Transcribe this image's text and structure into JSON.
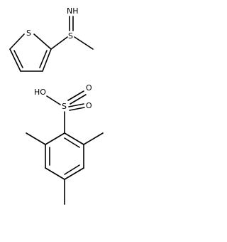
{
  "molecule_a": {
    "name": "thiophene-sulfilimine",
    "atoms": {
      "ring_s": "S",
      "side_s": "S",
      "imine_nh": "NH"
    }
  },
  "molecule_b": {
    "name": "mesitylenesulfonic-acid",
    "atoms": {
      "sulfonyl_s": "S",
      "oh": "HO",
      "o_upper": "O",
      "o_lower": "O"
    }
  },
  "colors": {
    "bond": "#000000",
    "text": "#000000",
    "background": "#ffffff"
  }
}
